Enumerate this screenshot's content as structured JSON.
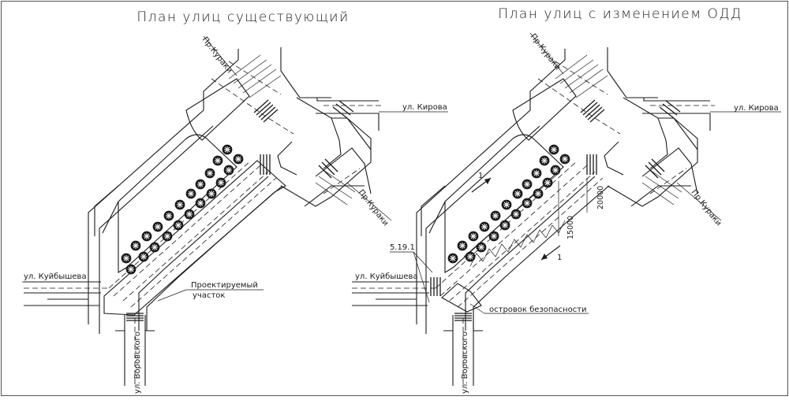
{
  "left_plan": {
    "title": "План улиц существующий",
    "labels": {
      "kuraki_top": "Пр.Кураки",
      "kirova": "ул. Кирова",
      "kuraki_bottom": "Пр.Кураки",
      "kuybysheva": "ул. Куйбышева",
      "project_line1": "Проектируемый",
      "project_line2": "участок",
      "vorovskogo": "ул. Воровского"
    }
  },
  "right_plan": {
    "title": "План улиц с изменением ОДД",
    "labels": {
      "kuraki_top": "Пр.Кураки",
      "kirova": "ул. Кирова",
      "kuraki_bottom": "Пр.Кураки",
      "kuybysheva": "ул. Куйбышева",
      "sign": "5.19.1",
      "island": "островок безопасности",
      "vorovskogo": "ул. Воровского",
      "section_mark_top": "1",
      "section_mark_bottom": "1",
      "dim_1": "15000",
      "dim_2": "20000"
    }
  },
  "icons": {
    "tree": "tree-icon",
    "crosswalk": "crosswalk-icon",
    "section_arrow": "arrow-icon"
  },
  "colors": {
    "line": "#1a1a1a",
    "background": "#ffffff"
  }
}
